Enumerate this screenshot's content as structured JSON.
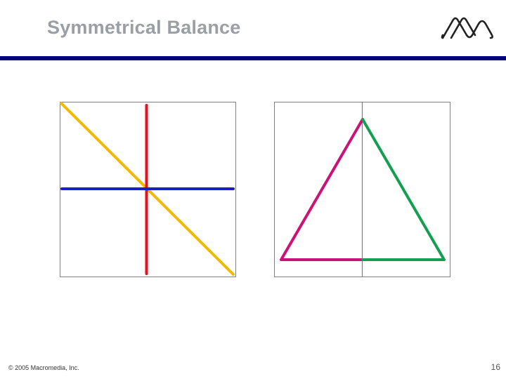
{
  "slide": {
    "title": "Symmetrical Balance",
    "footer": "© 2005 Macromedia, Inc.",
    "page_number": "16"
  },
  "colors": {
    "title": "#9a9fa6",
    "rule": "#000080",
    "frame": "#7f7f7f",
    "diagonal": "#f5b800",
    "vertical": "#e8101c",
    "horizontal": "#1a1fc4",
    "triangle_left": "#cc1177",
    "triangle_right": "#12a050"
  },
  "icons": {
    "logo": "macromedia-logo"
  }
}
